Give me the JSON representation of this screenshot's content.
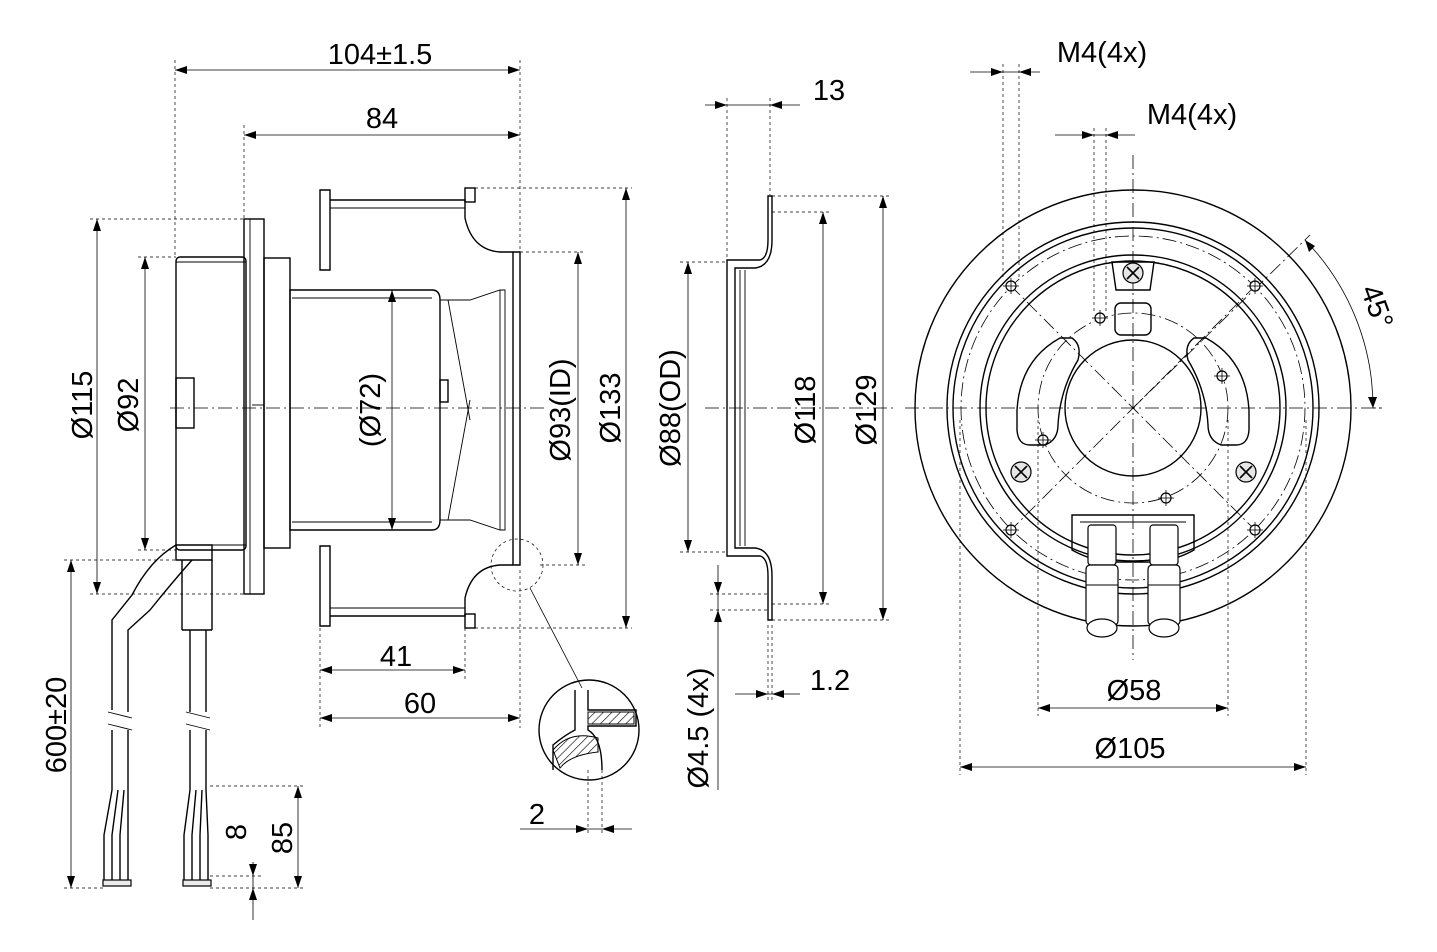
{
  "dimensions": {
    "overall_length": "104±1.5",
    "body_length": "84",
    "impeller_41": "41",
    "impeller_60": "60",
    "dia_115": "Ø115",
    "dia_92": "Ø92",
    "dia_72": "(Ø72)",
    "dia_93_id": "Ø93(ID)",
    "dia_133": "Ø133",
    "cable_length": "600±20",
    "strip_8": "8",
    "strip_85": "85",
    "detail_2": "2",
    "flange_13": "13",
    "dia_88_od": "Ø88(OD)",
    "dia_118": "Ø118",
    "dia_129": "Ø129",
    "hole_45": "Ø4.5 (4x)",
    "sheet_12": "1.2",
    "thread_outer": "M4(4x)",
    "thread_inner": "M4(4x)",
    "angle_45": "45°",
    "dia_58": "Ø58",
    "dia_105": "Ø105"
  }
}
